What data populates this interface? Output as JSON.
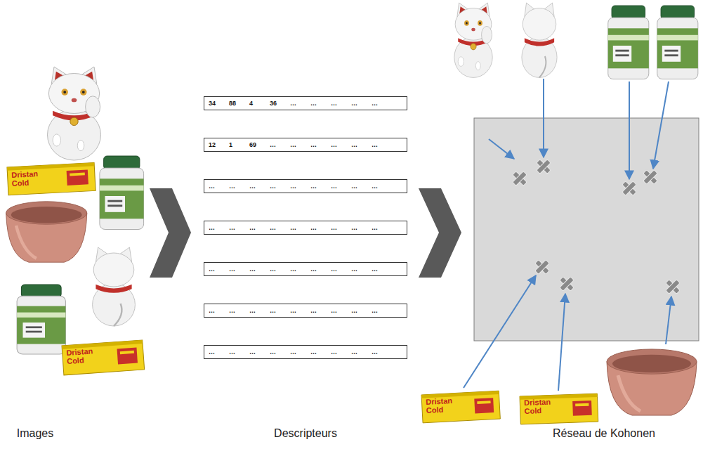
{
  "diagram": {
    "nodes": [
      {
        "text": [
          "34",
          "88",
          "4",
          "36",
          "…",
          "…",
          "…",
          "…",
          "…"
        ]
      },
      {
        "text": [
          "12",
          "1",
          "69",
          "…",
          "…",
          "…",
          "…",
          "…",
          "…"
        ]
      },
      {
        "text": [
          "…",
          "…",
          "…",
          "…",
          "…",
          "…",
          "…",
          "…",
          "…"
        ]
      },
      {
        "text": [
          "…",
          "…",
          "…",
          "…",
          "…",
          "…",
          "…",
          "…",
          "…"
        ]
      },
      {
        "text": [
          "…",
          "…",
          "…",
          "…",
          "…",
          "…",
          "…",
          "…",
          "…"
        ]
      },
      {
        "text": [
          "…",
          "…",
          "…",
          "…",
          "…",
          "…",
          "…",
          "…",
          "…"
        ]
      },
      {
        "text": [
          "…",
          "…",
          "…",
          "…",
          "…",
          "…",
          "…",
          "…",
          "…"
        ]
      }
    ],
    "labels": [
      "Dristan Cold",
      "Dristan Cold",
      "Dristan Cold",
      "Dristan Cold",
      "Images",
      "Descripteurs",
      "Réseau de Kohonen"
    ]
  }
}
